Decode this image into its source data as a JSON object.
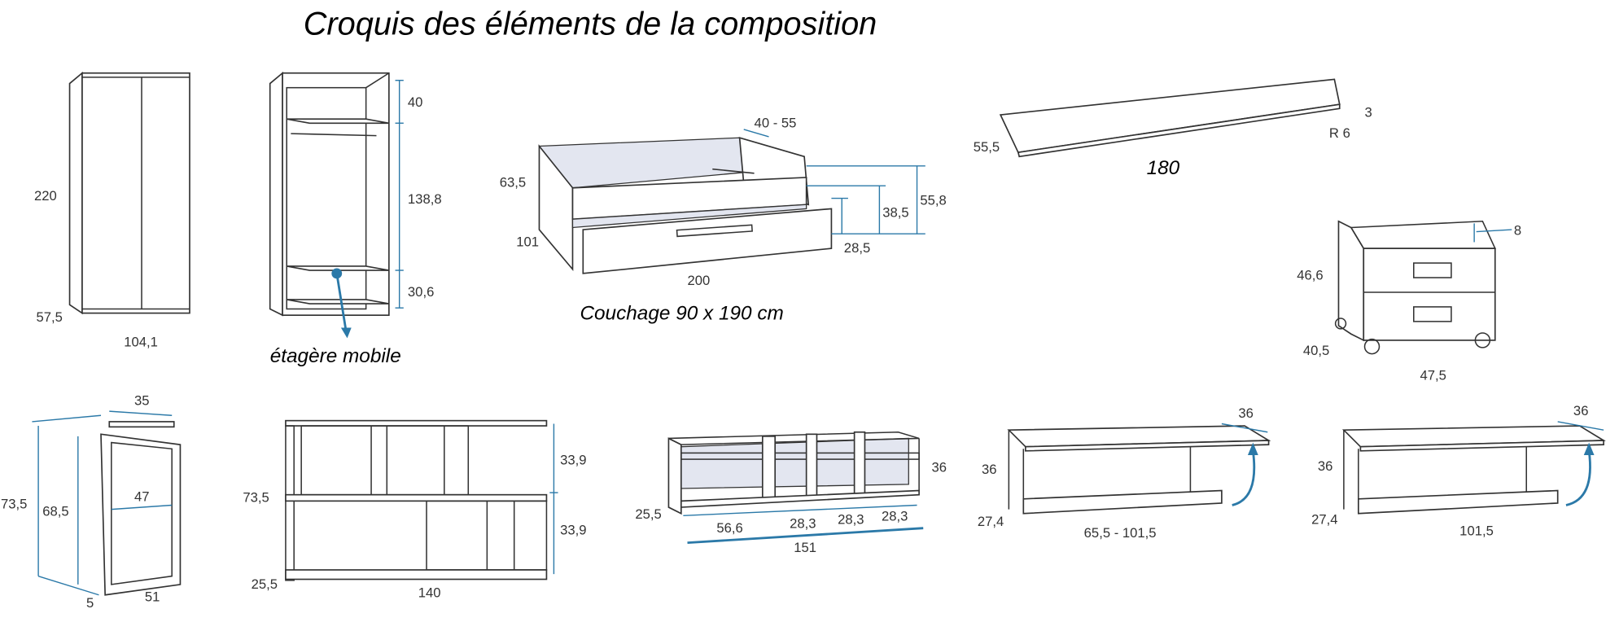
{
  "title": "Croquis des éléments de la composition",
  "colors": {
    "dimension": "#2b79a8",
    "shade": "#e3e6f0",
    "line": "#333333"
  },
  "wardrobe": {
    "height": "220",
    "depth": "57,5",
    "width": "104,1"
  },
  "shelf_unit": {
    "top": "40",
    "middle": "138,8",
    "bottom": "30,6",
    "caption": "étagère mobile"
  },
  "bed": {
    "backrest": "40 - 55",
    "height": "63,5",
    "depth": "101",
    "length": "200",
    "drawer": "28,5",
    "mid": "38,5",
    "total": "55,8",
    "caption": "Couchage 90 x 190 cm"
  },
  "desktop": {
    "depth": "55,5",
    "length": "180",
    "thickness": "3",
    "radius": "R 6"
  },
  "drawer_cabinet": {
    "rim": "8",
    "height": "46,6",
    "depth": "40,5",
    "width": "47,5"
  },
  "mirror": {
    "top": "35",
    "outer_height": "73,5",
    "inner_height": "68,5",
    "inner_width": "47",
    "thickness": "5",
    "width": "51"
  },
  "bookshelf": {
    "upper": "33,9",
    "lower": "33,9",
    "height": "73,5",
    "depth": "25,5",
    "width": "140"
  },
  "low_unit": {
    "height": "36",
    "depth": "25,5",
    "c1": "56,6",
    "c2": "28,3",
    "c3": "28,3",
    "c4": "28,3",
    "width": "151"
  },
  "desk_extendable": {
    "top_depth": "36",
    "height": "36",
    "depth": "27,4",
    "width": "65,5 - 101,5"
  },
  "desk_fixed": {
    "top_depth": "36",
    "height": "36",
    "depth": "27,4",
    "width": "101,5"
  }
}
